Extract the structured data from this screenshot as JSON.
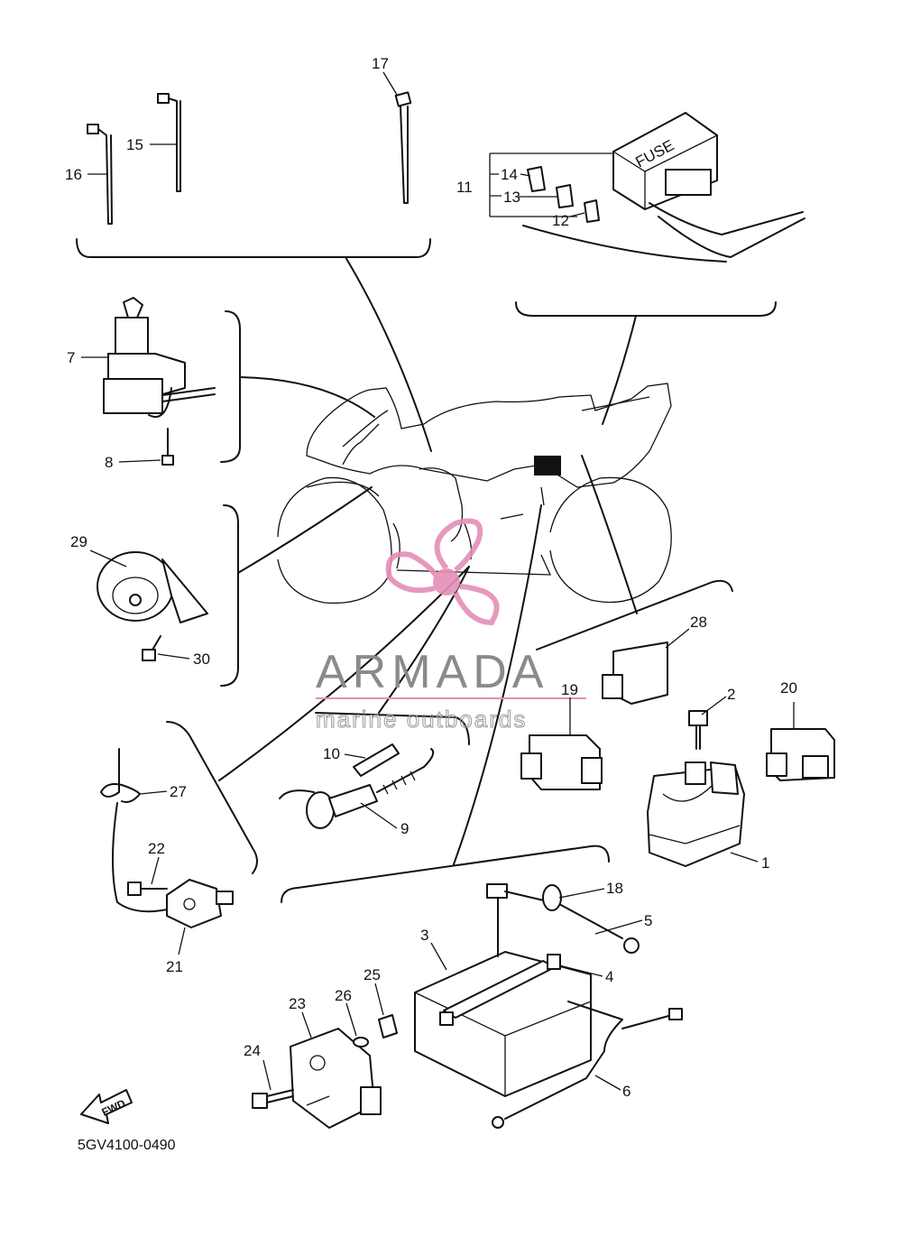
{
  "diagram_code": "5GV4100-0490",
  "watermark": {
    "brand": "ARMADA",
    "tagline": "marine outboards",
    "color": "#e48fb6"
  },
  "fuse_box_text": "FUSE",
  "fwd_text": "FWD",
  "callouts": {
    "p1": "1",
    "p2": "2",
    "p3": "3",
    "p4": "4",
    "p5": "5",
    "p6": "6",
    "p7": "7",
    "p8": "8",
    "p9": "9",
    "p10": "10",
    "p11": "11",
    "p12": "12",
    "p13": "13",
    "p14": "14",
    "p15": "15",
    "p16": "16",
    "p17": "17",
    "p18": "18",
    "p19": "19",
    "p20": "20",
    "p21": "21",
    "p22": "22",
    "p23": "23",
    "p24": "24",
    "p25": "25",
    "p26": "26",
    "p27": "27",
    "p28": "28",
    "p29": "29",
    "p30": "30"
  }
}
